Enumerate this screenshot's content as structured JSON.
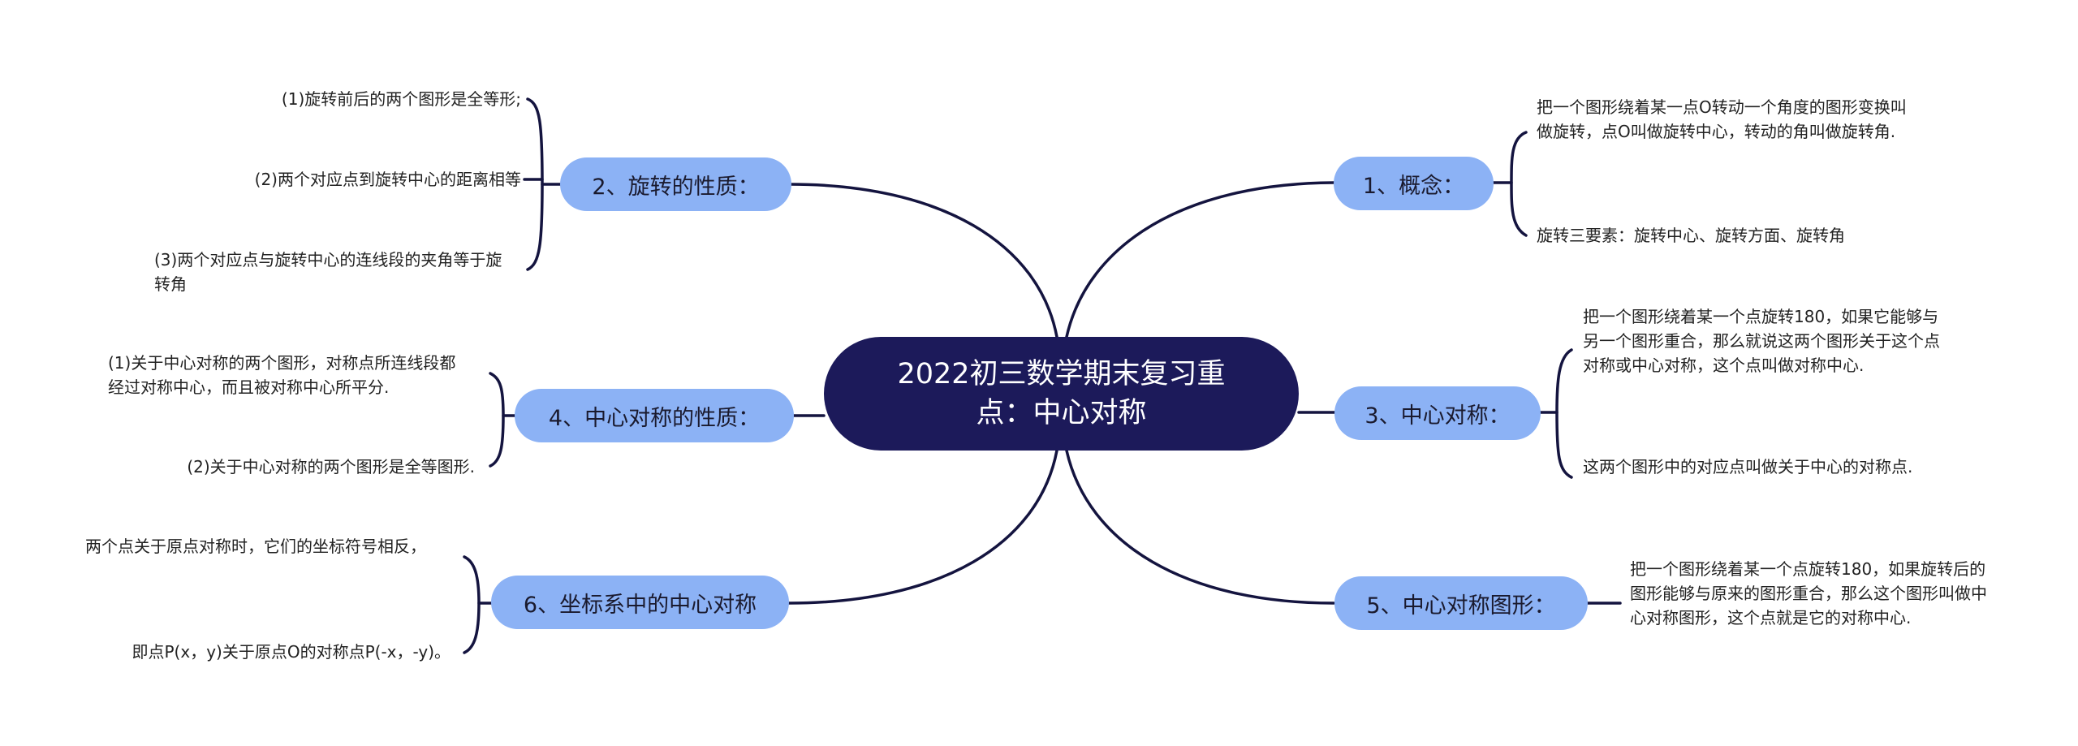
{
  "colors": {
    "center_fill": "#1c1a5a",
    "branch_fill": "#8cb2f5",
    "line": "#14143f",
    "leaf_text": "#222222"
  },
  "center": {
    "line1": "2022初三数学期末复习重",
    "line2": "点：中心对称"
  },
  "branches": [
    {
      "id": 1,
      "side": "right",
      "label": "1、概念：",
      "leaves": [
        "把一个图形绕着某一点O转动一个角度的图形变换叫做旋转，点O叫做旋转中心，转动的角叫做旋转角.",
        "旋转三要素：旋转中心、旋转方面、旋转角"
      ]
    },
    {
      "id": 2,
      "side": "left",
      "label": "2、旋转的性质：",
      "leaves": [
        "(1)旋转前后的两个图形是全等形;",
        "(2)两个对应点到旋转中心的距离相等",
        "(3)两个对应点与旋转中心的连线段的夹角等于旋转角"
      ]
    },
    {
      "id": 3,
      "side": "right",
      "label": "3、中心对称：",
      "leaves": [
        "把一个图形绕着某一个点旋转180，如果它能够与另一个图形重合，那么就说这两个图形关于这个点对称或中心对称，这个点叫做对称中心.",
        "这两个图形中的对应点叫做关于中心的对称点."
      ]
    },
    {
      "id": 4,
      "side": "left",
      "label": "4、中心对称的性质：",
      "leaves": [
        "(1)关于中心对称的两个图形，对称点所连线段都经过对称中心，而且被对称中心所平分.",
        "(2)关于中心对称的两个图形是全等图形."
      ]
    },
    {
      "id": 5,
      "side": "right",
      "label": "5、中心对称图形：",
      "leaves": [
        "把一个图形绕着某一个点旋转180，如果旋转后的图形能够与原来的图形重合，那么这个图形叫做中心对称图形，这个点就是它的对称中心."
      ]
    },
    {
      "id": 6,
      "side": "left",
      "label": "6、坐标系中的中心对称",
      "leaves": [
        "两个点关于原点对称时，它们的坐标符号相反，",
        "即点P(x，y)关于原点O的对称点P(-x，-y)。"
      ]
    }
  ]
}
